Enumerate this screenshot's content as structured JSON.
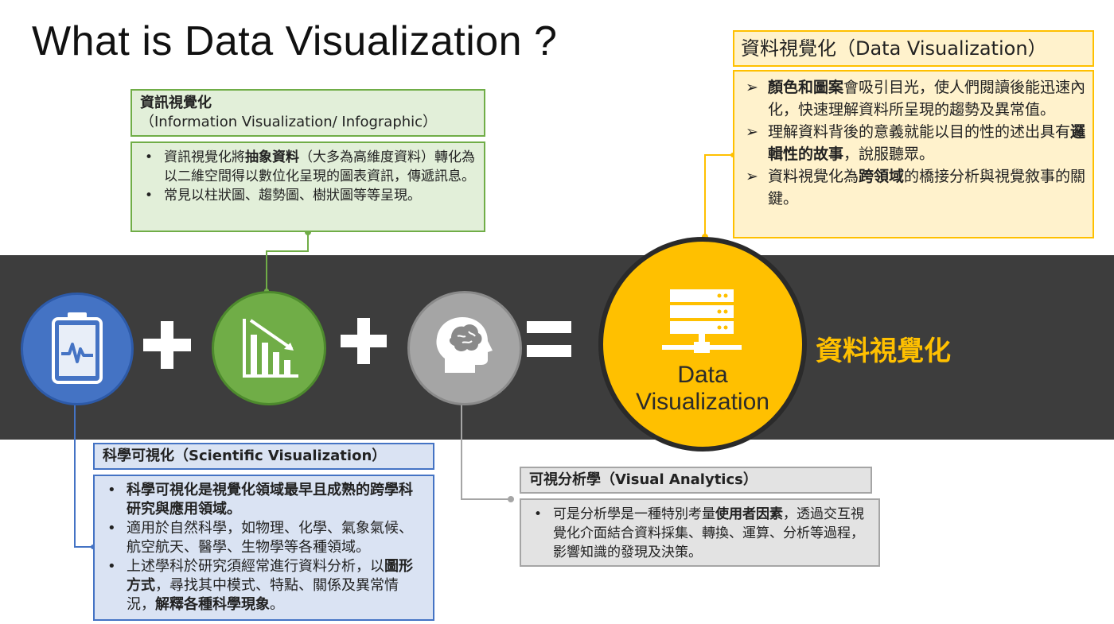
{
  "title": "What is Data Visualization ?",
  "center": {
    "label_line1": "Data",
    "label_line2": "Visualization",
    "side_label": "資料視覺化"
  },
  "colors": {
    "band": "#3d3d3d",
    "blue": "#4473c4",
    "green": "#70ad47",
    "gray": "#a5a5a5",
    "gold": "#ffc000"
  },
  "icons": [
    "clipboard-chart-icon",
    "plus-icon",
    "declining-bar-chart-icon",
    "plus-icon",
    "brain-head-icon",
    "equals-icon",
    "server-network-icon"
  ],
  "infovis": {
    "heading_line1": "資訊視覺化",
    "heading_line2": "（Information Visualization/ Infographic）",
    "bullets": [
      {
        "pre": "資訊視覺化將",
        "bold": "抽象資料",
        "post": "（大多為高維度資料）轉化為以二維空間得以數位化呈現的圖表資訊，傳遞訊息。"
      },
      {
        "pre": "常見以柱狀圖、趨勢圖、樹狀圖等等呈現。",
        "bold": "",
        "post": ""
      }
    ]
  },
  "datavis": {
    "heading": "資料視覺化（Data Visualization）",
    "bullets": [
      {
        "pre": "",
        "bold": "顏色和圖案",
        "post": "會吸引目光，使人們閱讀後能迅速內化，快速理解資料所呈現的趨勢及異常值。"
      },
      {
        "pre": "理解資料背後的意義就能以目的性的述出具有",
        "bold": "邏輯性的故事",
        "post": "，說服聽眾。"
      },
      {
        "pre": "資料視覺化為",
        "bold": "跨領域",
        "post": "的橋接分析與視覺敘事的關鍵。"
      }
    ]
  },
  "scivis": {
    "heading": "科學可視化（Scientific Visualization）",
    "bullets": [
      {
        "pre": "",
        "bold": "",
        "post": "科學可視化是視覺化領域最早且成熟的跨學科研究與應用領域。"
      },
      {
        "pre": "適用於自然科學，如物理、化學、氣象氣候、航空航天、醫學、生物學等各種領域。",
        "bold": "",
        "post": ""
      },
      {
        "pre": "上述學科於研究須經常進行資料分析，以",
        "bold": "圖形方式",
        "post": "，尋找其中模式、特點、關係及異常情況，",
        "bold2": "解釋各種科學現象",
        "post2": "。"
      }
    ]
  },
  "visanalytics": {
    "heading": "可視分析學（Visual Analytics）",
    "bullets": [
      {
        "pre": "可是分析學是一種特別考量",
        "bold": "使用者因素",
        "post": "，透過交互視覺化介面結合資料採集、轉換、運算、分析等過程，影響知識的發現及決策。"
      }
    ]
  }
}
